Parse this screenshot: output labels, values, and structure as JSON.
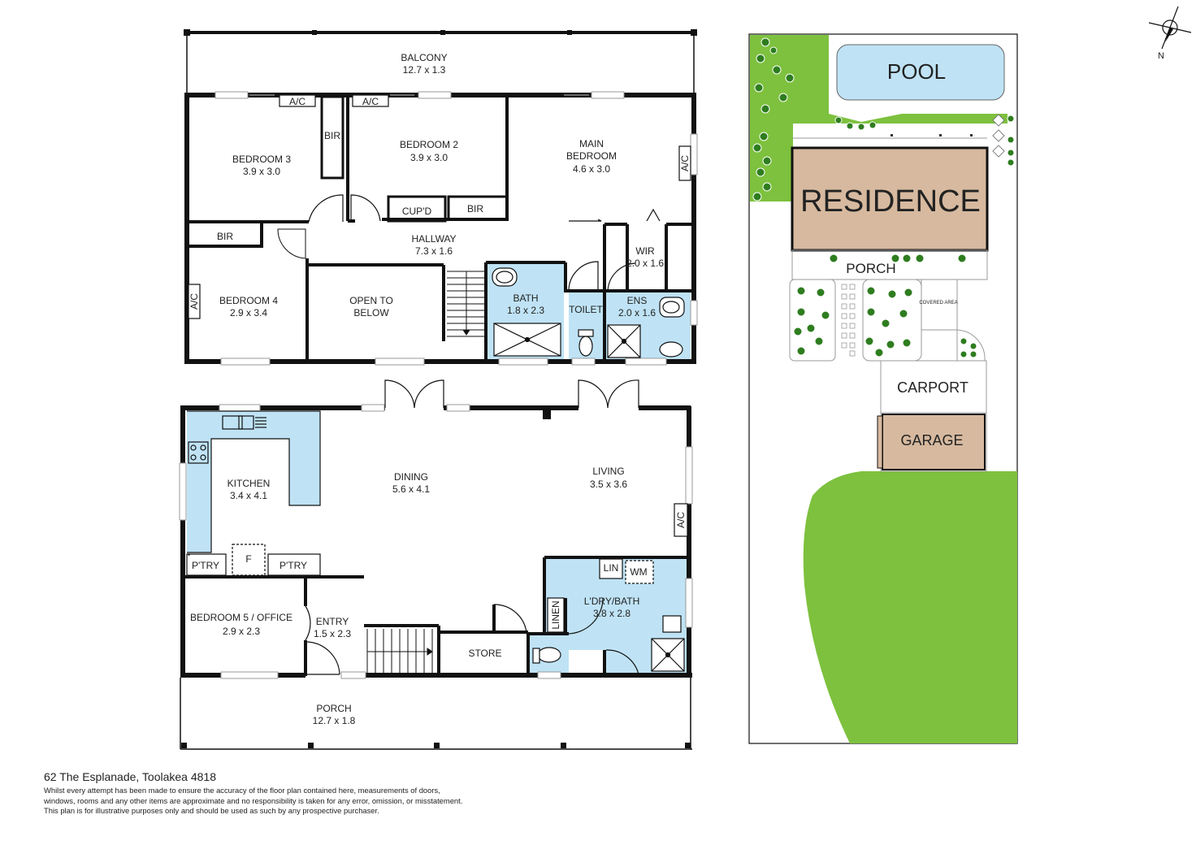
{
  "rooms": {
    "balcony": {
      "name": "BALCONY",
      "size": "12.7 x 1.3"
    },
    "bedroom3": {
      "name": "BEDROOM 3",
      "size": "3.9 x 3.0"
    },
    "bedroom2": {
      "name": "BEDROOM 2",
      "size": "3.9 x 3.0"
    },
    "main_bedroom": {
      "name1": "MAIN",
      "name2": "BEDROOM",
      "size": "4.6 x 3.0"
    },
    "hallway": {
      "name": "HALLWAY",
      "size": "7.3 x 1.6"
    },
    "wir": {
      "name": "WIR",
      "size": "2.0 x 1.6"
    },
    "bedroom4": {
      "name": "BEDROOM 4",
      "size": "2.9 x 3.4"
    },
    "open_to_below": {
      "name1": "OPEN TO",
      "name2": "BELOW"
    },
    "bath": {
      "name": "BATH",
      "size": "1.8 x 2.3"
    },
    "toilet": {
      "name": "TOILET"
    },
    "ens": {
      "name": "ENS",
      "size": "2.0 x 1.6"
    },
    "kitchen": {
      "name": "KITCHEN",
      "size": "3.4 x 4.1"
    },
    "dining": {
      "name": "DINING",
      "size": "5.6 x 4.1"
    },
    "living": {
      "name": "LIVING",
      "size": "3.5 x 3.6"
    },
    "bedroom5": {
      "name": "BEDROOM 5 / OFFICE",
      "size": "2.9 x 2.3"
    },
    "entry": {
      "name": "ENTRY",
      "size": "1.5 x 2.3"
    },
    "store": {
      "name": "STORE"
    },
    "laundry": {
      "name": "L'DRY/BATH",
      "size": "3.8 x 2.8"
    },
    "porch": {
      "name": "PORCH",
      "size": "12.7 x 1.8"
    }
  },
  "fixtures": {
    "ac": "A/C",
    "bir": "BIR",
    "cupd": "CUP'D",
    "ptry": "P'TRY",
    "fridge": "F",
    "lin": "LIN",
    "wm": "WM",
    "linen": "LINEN"
  },
  "site": {
    "pool": "POOL",
    "residence": "RESIDENCE",
    "porch": "PORCH",
    "covered_area": "COVERED AREA",
    "carport": "CARPORT",
    "garage": "GARAGE",
    "north": "N"
  },
  "footer": {
    "address": "62 The Esplanade, Toolakea 4818",
    "disclaimer": [
      "Whilst every attempt has been made to ensure the accuracy of the floor plan contained here, measurements of doors,",
      "windows, rooms and any other items are approximate and no responsibility is taken for any error, omission, or misstatement.",
      "This plan is for illustrative purposes only and should be used as such by any prospective purchaser."
    ]
  },
  "colors": {
    "wet_area": "#bfe3f5",
    "pool": "#bfe3f5",
    "lawn": "#7dc13e",
    "residence": "#d6b99f",
    "garage": "#d6b99f",
    "wall": "#111111",
    "tree": "#3a8a2a"
  }
}
